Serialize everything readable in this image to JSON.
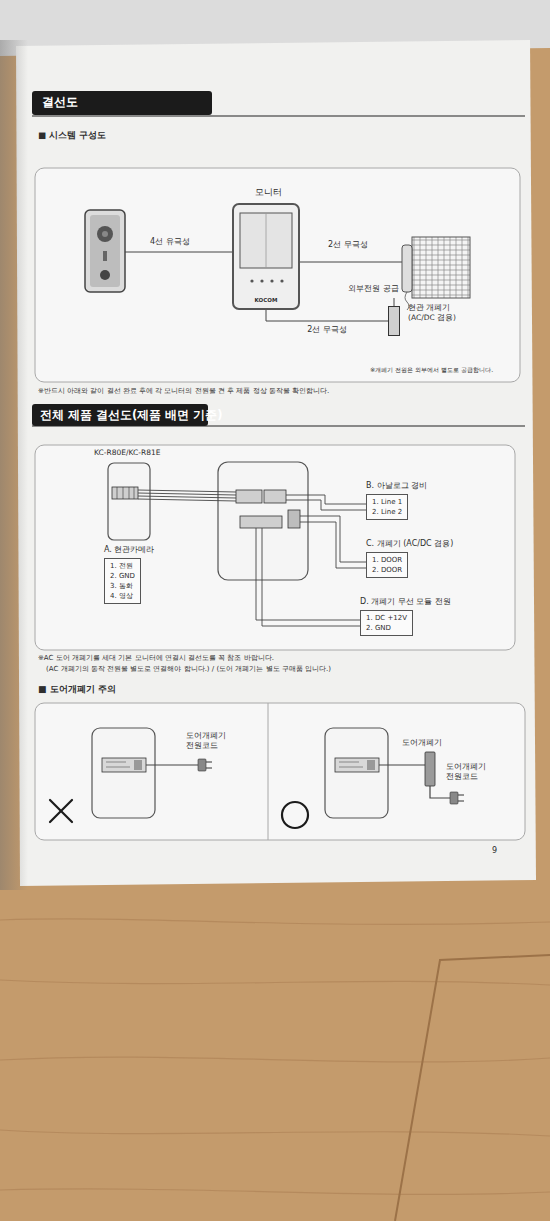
{
  "diagram": {
    "title": "결선도",
    "nodes": [
      {
        "text": [
          "모니터",
          "KOCOM"
        ]
      },
      {
        "text": [
          "현관 개폐기 (AC/DC 겸용)"
        ]
      },
      {
        "text": [
          "A. 현관카메라",
          "1. 전원",
          "2. GND",
          "3. 통화",
          "4. 영상"
        ]
      },
      {
        "text": [
          "B. 아날로그 경비",
          "1. Line 1",
          "2. Line 2"
        ]
      },
      {
        "text": [
          "C. 개폐기 (AC/DC 겸용)",
          "1. DOOR",
          "2. DOOR"
        ]
      },
      {
        "text": [
          "D. 개폐기 무선 모듈 전원",
          "1. DC +12V",
          "2. GND"
        ]
      }
    ],
    "edges": [
      {
        "from": 0,
        "to": 1,
        "arrow": "none",
        "label": "2선 무극성"
      }
    ],
    "labels": [
      "■ 시스템 구성도",
      "4선 유극성",
      "2선 무극성",
      "외부전원 공급",
      "※개폐기 전원은 외부에서 별도로 공급합니다.",
      "※반드시 아래와 같이 결선 완료 후에 각 모니터의 전원을 켠 후 제품 정상 동작을 확인합니다.",
      "전체 제품 결선도(제품 배면 기준)",
      "KC-R80E/KC-R81E",
      "※AC 도어 개폐기를 세대 기본 모니터에 연결시 결선도를 꼭 참조 바랍니다.",
      "(AC 개폐기의 동작 전원을 별도로 연결해야 합니다.) / (도어 개폐기는 별도 구매품 입니다.)",
      "■ 도어개폐기 주의",
      "도어개폐기 전원코드",
      "도어개폐기",
      "도어개폐기 전원코드",
      "9"
    ]
  }
}
